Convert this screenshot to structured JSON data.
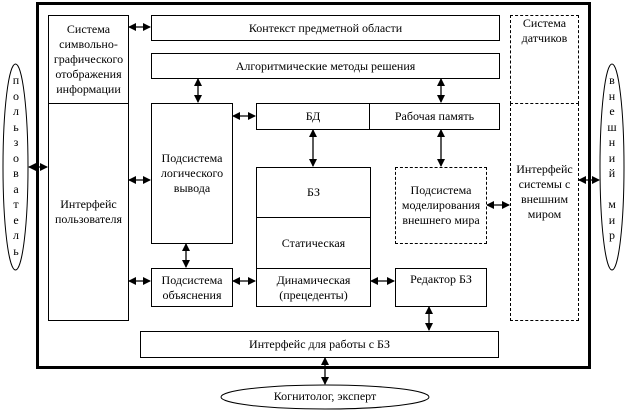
{
  "diagram": {
    "user_label": "пользователь",
    "world_label": "внешний мир",
    "expert_label": "Когнитолог, эксперт",
    "display_system": "Система символьно-графического отображения информации",
    "user_interface": "Интерфейс пользователя",
    "context": "Контекст предметной области",
    "algorithms": "Алгоритмические методы решения",
    "inference": "Подсистема логического вывода",
    "db": "БД",
    "working_memory": "Рабочая память",
    "kb": "БЗ",
    "kb_static": "Статическая",
    "kb_dynamic": "Динамическая (прецеденты)",
    "modeling": "Подсистема моделирования внешнего мира",
    "sensors": "Система датчиков",
    "world_interface": "Интерфейс системы с внешним миром",
    "explanation": "Подсистема объяснения",
    "kb_editor": "Редактор БЗ",
    "kb_interface": "Интерфейс для работы с БЗ"
  }
}
